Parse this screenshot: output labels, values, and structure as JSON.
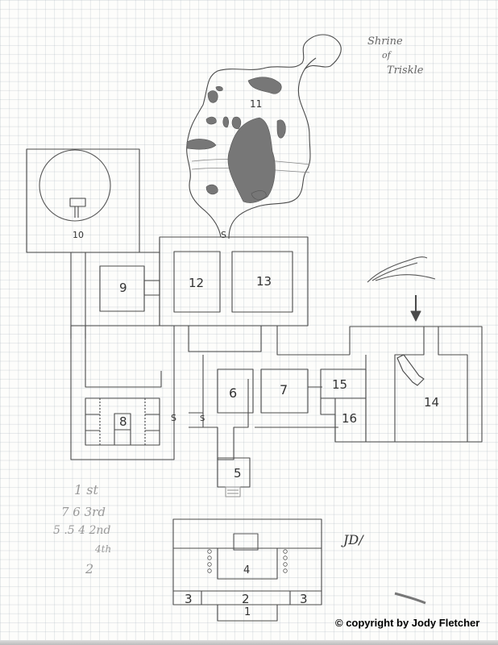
{
  "map": {
    "title_line1": "Shrine",
    "title_line2": "of",
    "title_line3": "Triskle",
    "rooms": [
      {
        "id": "1",
        "label": "1"
      },
      {
        "id": "2",
        "label": "2"
      },
      {
        "id": "3a",
        "label": "3"
      },
      {
        "id": "3b",
        "label": "3"
      },
      {
        "id": "4",
        "label": "4"
      },
      {
        "id": "5",
        "label": "5"
      },
      {
        "id": "6",
        "label": "6"
      },
      {
        "id": "7",
        "label": "7"
      },
      {
        "id": "8",
        "label": "8"
      },
      {
        "id": "9",
        "label": "9"
      },
      {
        "id": "10",
        "label": "10"
      },
      {
        "id": "11",
        "label": "11"
      },
      {
        "id": "12",
        "label": "12"
      },
      {
        "id": "13",
        "label": "13"
      },
      {
        "id": "14",
        "label": "14"
      },
      {
        "id": "15",
        "label": "15"
      },
      {
        "id": "16",
        "label": "16"
      }
    ],
    "secret_door_marker": "S",
    "notes": {
      "line1": "1 st",
      "line2": "7 6  3rd",
      "line3": "5 .5 4  2nd",
      "line4": "4th",
      "line5": "2"
    },
    "signature": "JD/",
    "copyright": "© copyright by Jody Fletcher"
  },
  "colors": {
    "ink": "#4a4a4a",
    "shading": "#6d6d6d",
    "paper": "#fdfdfb",
    "grid": "#b4bcc4"
  }
}
